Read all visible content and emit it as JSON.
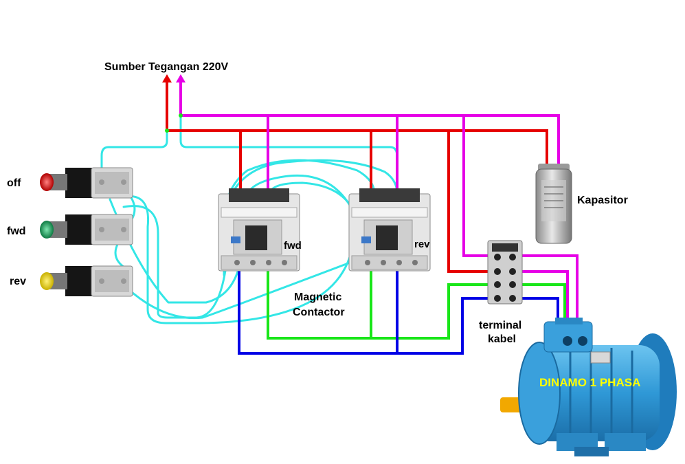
{
  "labels": {
    "source": "Sumber Tegangan  220V",
    "off": "off",
    "fwd": "fwd",
    "rev": "rev",
    "contactor_fwd": "fwd",
    "contactor_rev": "rev",
    "magnetic": "Magnetic",
    "contactor": "Contactor",
    "capacitor": "Kapasitor",
    "terminal_line1": "terminal",
    "terminal_line2": "kabel",
    "motor": "DINAMO 1 PHASA"
  },
  "colors": {
    "phase_wire": "#e60000",
    "neutral_wire": "#e600e6",
    "control_wire": "#33e6e6",
    "green_wire": "#19e619",
    "blue_wire": "#0000e6",
    "motor_body": "#3aa0dc",
    "motor_text": "#ffff00",
    "button_off": "#d81a1a",
    "button_fwd": "#1aa860",
    "button_rev": "#e6d21a"
  }
}
